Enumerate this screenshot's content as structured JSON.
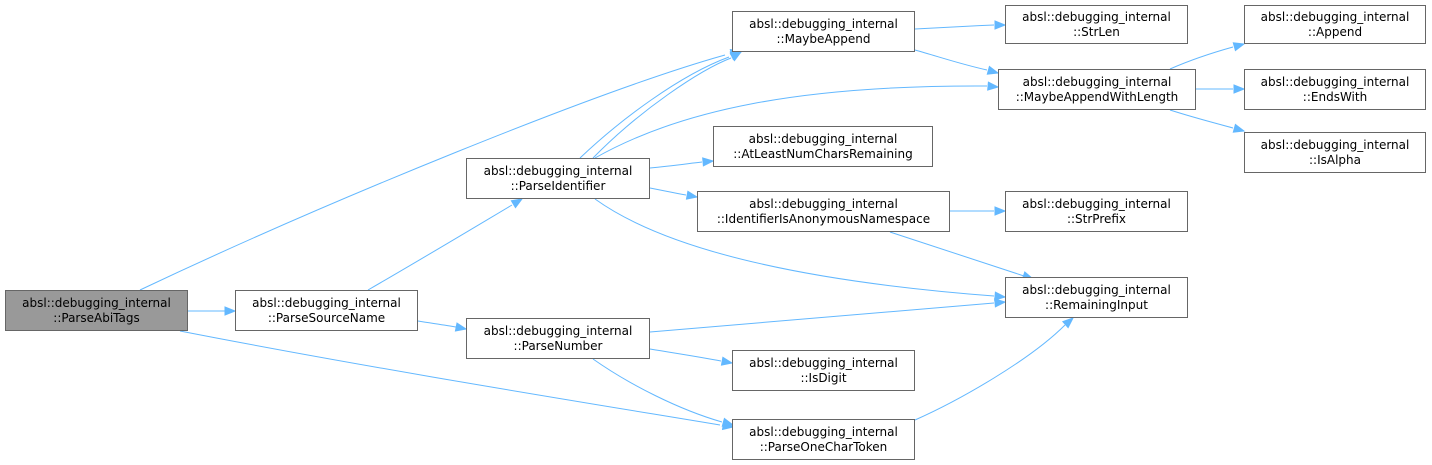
{
  "nodes": {
    "parse_abi_tags": {
      "line1": "absl::debugging_internal",
      "line2": "::ParseAbiTags"
    },
    "parse_source_name": {
      "line1": "absl::debugging_internal",
      "line2": "::ParseSourceName"
    },
    "parse_identifier": {
      "line1": "absl::debugging_internal",
      "line2": "::ParseIdentifier"
    },
    "parse_number": {
      "line1": "absl::debugging_internal",
      "line2": "::ParseNumber"
    },
    "maybe_append": {
      "line1": "absl::debugging_internal",
      "line2": "::MaybeAppend"
    },
    "at_least_num_chars": {
      "line1": "absl::debugging_internal",
      "line2": "::AtLeastNumCharsRemaining"
    },
    "identifier_anon_ns": {
      "line1": "absl::debugging_internal",
      "line2": "::IdentifierIsAnonymousNamespace"
    },
    "is_digit": {
      "line1": "absl::debugging_internal",
      "line2": "::IsDigit"
    },
    "parse_one_char_token": {
      "line1": "absl::debugging_internal",
      "line2": "::ParseOneCharToken"
    },
    "str_len": {
      "line1": "absl::debugging_internal",
      "line2": "::StrLen"
    },
    "maybe_append_with_length": {
      "line1": "absl::debugging_internal",
      "line2": "::MaybeAppendWithLength"
    },
    "str_prefix": {
      "line1": "absl::debugging_internal",
      "line2": "::StrPrefix"
    },
    "remaining_input": {
      "line1": "absl::debugging_internal",
      "line2": "::RemainingInput"
    },
    "append": {
      "line1": "absl::debugging_internal",
      "line2": "::Append"
    },
    "ends_with": {
      "line1": "absl::debugging_internal",
      "line2": "::EndsWith"
    },
    "is_alpha": {
      "line1": "absl::debugging_internal",
      "line2": "::IsAlpha"
    }
  },
  "edges": [
    {
      "from": "parse_abi_tags",
      "to": "parse_source_name"
    },
    {
      "from": "parse_abi_tags",
      "to": "maybe_append"
    },
    {
      "from": "parse_abi_tags",
      "to": "parse_one_char_token"
    },
    {
      "from": "parse_source_name",
      "to": "parse_identifier"
    },
    {
      "from": "parse_source_name",
      "to": "parse_number"
    },
    {
      "from": "parse_identifier",
      "to": "maybe_append"
    },
    {
      "from": "parse_identifier",
      "to": "maybe_append"
    },
    {
      "from": "parse_identifier",
      "to": "maybe_append_with_length"
    },
    {
      "from": "parse_identifier",
      "to": "at_least_num_chars"
    },
    {
      "from": "parse_identifier",
      "to": "identifier_anon_ns"
    },
    {
      "from": "parse_identifier",
      "to": "remaining_input"
    },
    {
      "from": "parse_number",
      "to": "remaining_input"
    },
    {
      "from": "parse_number",
      "to": "is_digit"
    },
    {
      "from": "parse_number",
      "to": "parse_one_char_token"
    },
    {
      "from": "maybe_append",
      "to": "str_len"
    },
    {
      "from": "maybe_append",
      "to": "maybe_append_with_length"
    },
    {
      "from": "maybe_append_with_length",
      "to": "append"
    },
    {
      "from": "maybe_append_with_length",
      "to": "ends_with"
    },
    {
      "from": "maybe_append_with_length",
      "to": "is_alpha"
    },
    {
      "from": "identifier_anon_ns",
      "to": "str_prefix"
    },
    {
      "from": "identifier_anon_ns",
      "to": "remaining_input"
    },
    {
      "from": "parse_one_char_token",
      "to": "remaining_input"
    }
  ],
  "colors": {
    "edge": "#63b8ff",
    "node_border": "#666666",
    "root_fill": "#999999",
    "node_fill": "#ffffff"
  }
}
